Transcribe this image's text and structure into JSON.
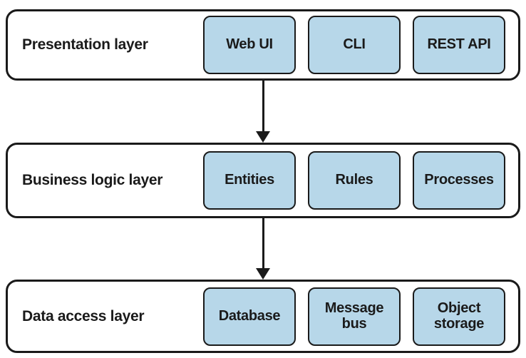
{
  "diagram": {
    "type": "layered-architecture",
    "layers": [
      {
        "label": "Presentation layer",
        "boxes": [
          "Web UI",
          "CLI",
          "REST API"
        ]
      },
      {
        "label": "Business logic layer",
        "boxes": [
          "Entities",
          "Rules",
          "Processes"
        ]
      },
      {
        "label": "Data access layer",
        "boxes": [
          "Database",
          "Message bus",
          "Object storage"
        ]
      }
    ],
    "connectors": [
      {
        "from": "Presentation layer",
        "to": "Business logic layer",
        "style": "down-arrow"
      },
      {
        "from": "Business logic layer",
        "to": "Data access layer",
        "style": "down-arrow"
      }
    ],
    "colors": {
      "stroke": "#1a1a1a",
      "box_fill": "#b7d7e9",
      "layer_fill": "#ffffff",
      "text": "#1a1a1a"
    }
  }
}
